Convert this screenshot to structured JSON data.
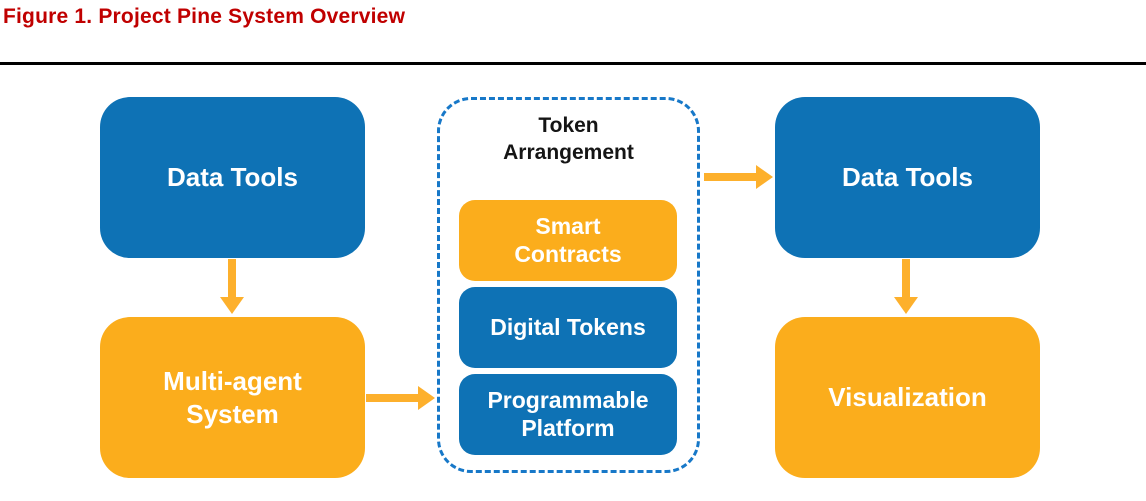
{
  "figure": {
    "caption": "Figure 1. Project Pine System Overview"
  },
  "colors": {
    "caption_red": "#C00000",
    "box_blue": "#0E72B5",
    "box_orange": "#FBAD1C",
    "arrow_orange": "#FDB02C",
    "dashed_border_blue": "#1778C8",
    "divider_black": "#000000",
    "box_text_white": "#FFFFFF",
    "group_title_black": "#151515"
  },
  "diagram": {
    "left_column": {
      "top_box": {
        "label": "Data Tools",
        "color": "#0E72B5"
      },
      "bottom_box": {
        "label": "Multi-agent System",
        "color": "#FBAD1C"
      }
    },
    "center_group": {
      "title": "Token Arrangement",
      "border_style": "dashed",
      "boxes": [
        {
          "label": "Smart Contracts",
          "color": "#FBAD1C"
        },
        {
          "label": "Digital Tokens",
          "color": "#0E72B5"
        },
        {
          "label": "Programmable Platform",
          "color": "#0E72B5"
        }
      ]
    },
    "right_column": {
      "top_box": {
        "label": "Data Tools",
        "color": "#0E72B5"
      },
      "bottom_box": {
        "label": "Visualization",
        "color": "#FBAD1C"
      }
    },
    "connections": [
      {
        "from": "Data Tools (left)",
        "to": "Multi-agent System",
        "direction": "down"
      },
      {
        "from": "Multi-agent System",
        "to": "Token Arrangement",
        "direction": "right"
      },
      {
        "from": "Token Arrangement",
        "to": "Data Tools (right)",
        "direction": "right"
      },
      {
        "from": "Data Tools (right)",
        "to": "Visualization",
        "direction": "down"
      }
    ]
  }
}
